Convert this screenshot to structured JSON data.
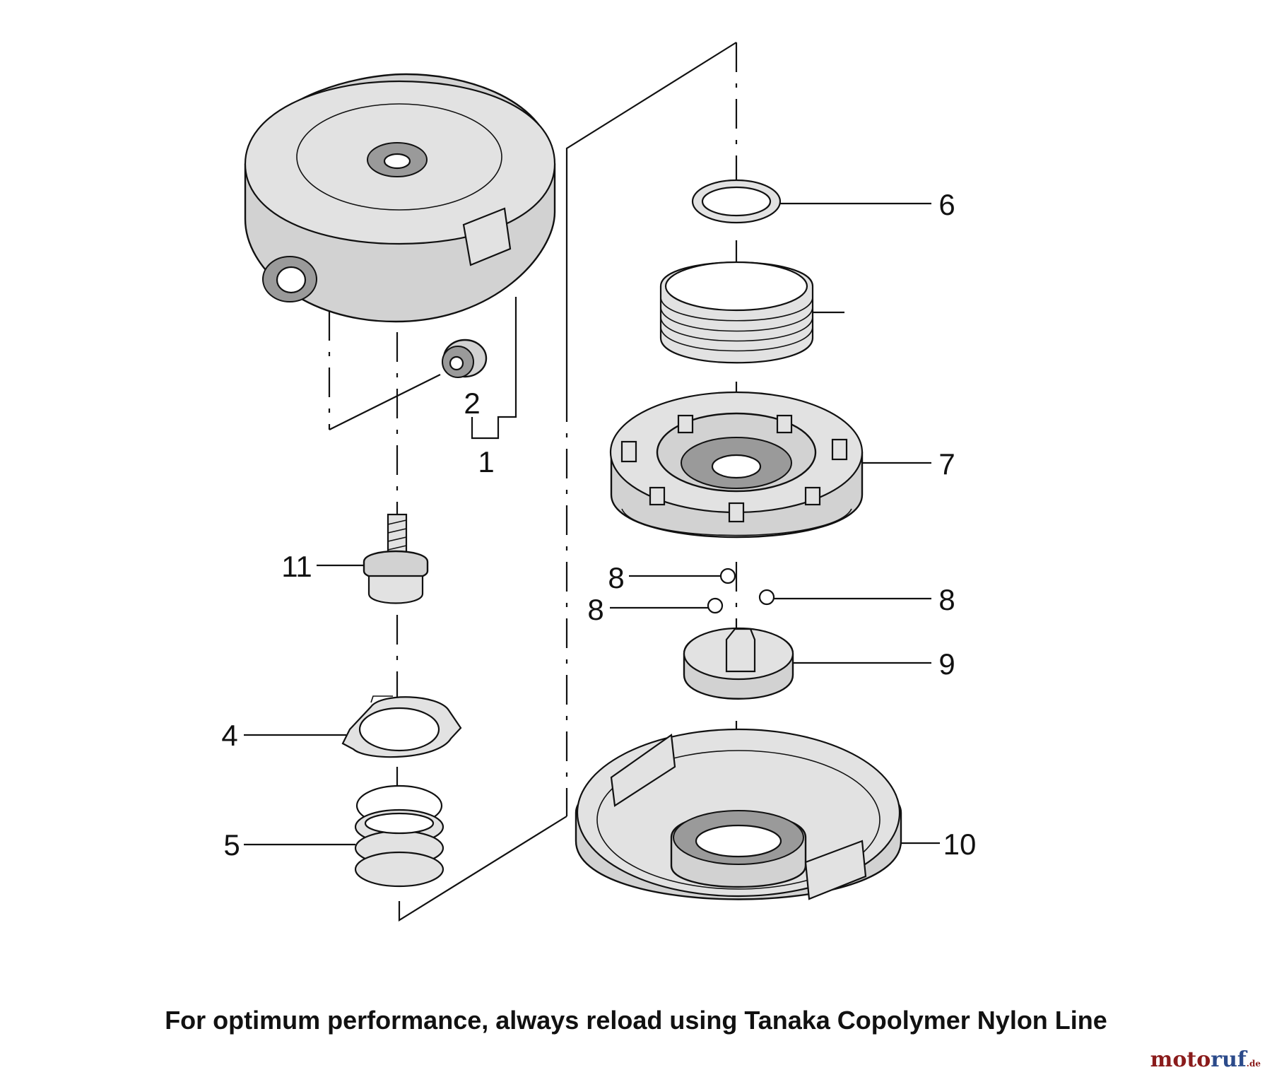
{
  "caption": "For optimum performance, always reload using Tanaka Copolymer Nylon Line",
  "watermark": {
    "part1": "moto",
    "part2": "ruf",
    "suffix": ".de"
  },
  "callouts": [
    "1",
    "2",
    "4",
    "5",
    "6",
    "7",
    "8",
    "8",
    "8",
    "9",
    "10",
    "11"
  ]
}
